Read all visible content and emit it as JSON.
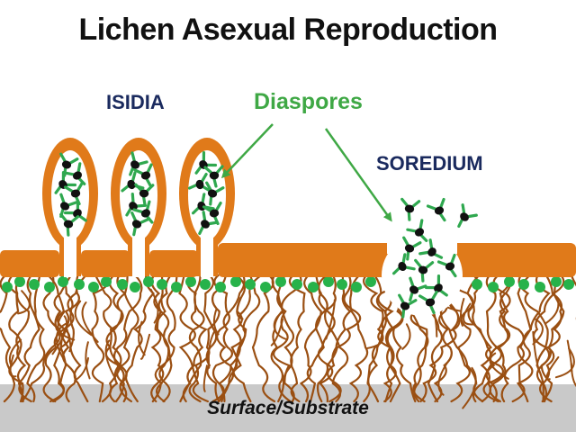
{
  "title": "Lichen Asexual Reproduction",
  "labels": {
    "isidia": "ISIDIA",
    "diaspores": "Diaspores",
    "soredium": "SOREDIUM",
    "substrate": "Surface/Substrate"
  },
  "colors": {
    "cortex": "#e07a1a",
    "hyphae": "#9a4f12",
    "algae": "#27b24a",
    "algae_highlight": "#2fa84f",
    "spore_core": "#111111",
    "substrate": "#c9c9c9",
    "arrow": "#3fa845",
    "label_blue": "#1a2a5e"
  }
}
